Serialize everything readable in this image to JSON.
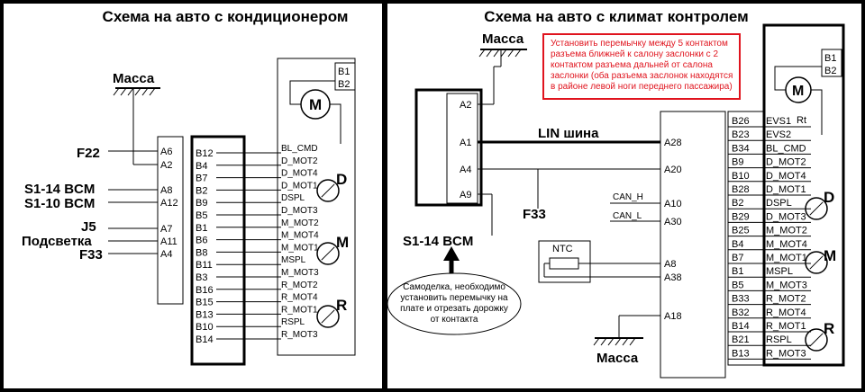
{
  "left": {
    "title": "Схема на авто с кондиционером",
    "ground": "Масса",
    "inputs": [
      "F22",
      "S1-14 BCM",
      "S1-10 BCM",
      "J5",
      "Подсветка",
      "F33"
    ],
    "connector_pins": [
      "A6",
      "A2",
      "A8",
      "A12",
      "A7",
      "A11",
      "A4"
    ],
    "module_pins": [
      "B12",
      "B4",
      "B7",
      "B2",
      "B9",
      "B5",
      "B1",
      "B6",
      "B8",
      "B11",
      "B3",
      "B16",
      "B15",
      "B13",
      "B10",
      "B14"
    ],
    "signals": [
      "BL_CMD",
      "D_MOT2",
      "D_MOT4",
      "D_MOT1",
      "DSPL",
      "D_MOT3",
      "M_MOT2",
      "M_MOT4",
      "M_MOT1",
      "MSPL",
      "M_MOT3",
      "R_MOT2",
      "R_MOT4",
      "R_MOT1",
      "RSPL",
      "R_MOT3"
    ],
    "motor_pins": [
      "B1",
      "B2"
    ],
    "motor_letters": [
      "M",
      "D",
      "M",
      "R"
    ]
  },
  "right": {
    "title": "Схема на авто с климат контролем",
    "ground_top": "Масса",
    "ground_bottom": "Масса",
    "note_lines": [
      "Установить перемычку между 5 контактом",
      "разъема ближней к салону заслонки с 2",
      "контактом разъема дальней от салона",
      "заслонки (оба разъема заслонок находятся",
      "в районе левой ноги переднего пассажира)"
    ],
    "lin": "LIN шина",
    "f33": "F33",
    "s1": "S1-14 BCM",
    "left_pins": [
      "A2",
      "A1",
      "A4",
      "A9"
    ],
    "ntc": "NTC",
    "can_h": "CAN_H",
    "can_l": "CAN_L",
    "mid_pins": [
      "A28",
      "A20",
      "A10",
      "A30",
      "A8",
      "A38",
      "A18"
    ],
    "bubble_lines": [
      "Самоделка, необходимо",
      "установить перемычку на",
      "плате и отрезать дорожку",
      "от контакта"
    ],
    "module_pins": [
      "B26",
      "B23",
      "B34",
      "B9",
      "B10",
      "B28",
      "B2",
      "B29",
      "B25",
      "B4",
      "B7",
      "B1",
      "B5",
      "B33",
      "B32",
      "B14",
      "B21",
      "B13"
    ],
    "signals": [
      "EVS1",
      "EVS2",
      "BL_CMD",
      "D_MOT2",
      "D_MOT4",
      "D_MOT1",
      "DSPL",
      "D_MOT3",
      "M_MOT2",
      "M_MOT4",
      "M_MOT1",
      "MSPL",
      "M_MOT3",
      "R_MOT2",
      "R_MOT4",
      "R_MOT1",
      "RSPL",
      "R_MOT3"
    ],
    "rt": "Rt",
    "motor_pins": [
      "B1",
      "B2"
    ],
    "motor_letters": [
      "M",
      "D",
      "M",
      "R"
    ]
  }
}
